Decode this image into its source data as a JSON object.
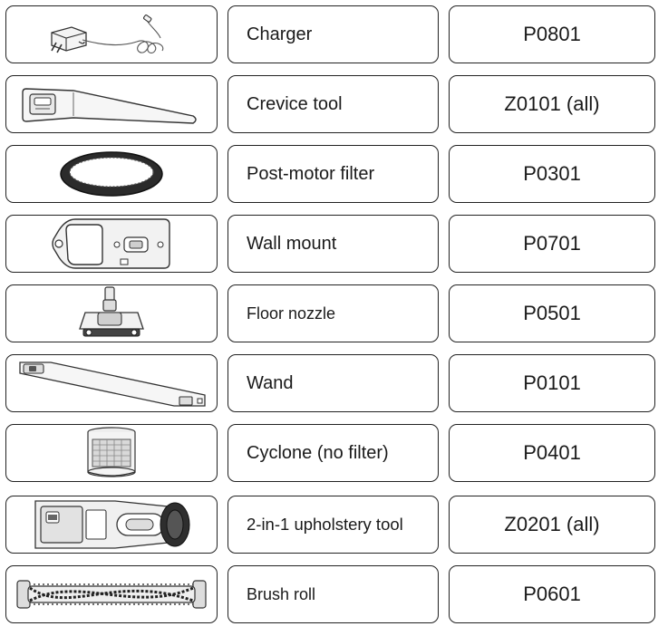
{
  "parts": [
    {
      "icon": "charger-icon",
      "name": "Charger",
      "code": "P0801"
    },
    {
      "icon": "crevice-tool-icon",
      "name": "Crevice tool",
      "code": "Z0101 (all)"
    },
    {
      "icon": "post-motor-filter-icon",
      "name": "Post-motor filter",
      "code": "P0301"
    },
    {
      "icon": "wall-mount-icon",
      "name": "Wall mount",
      "code": "P0701"
    },
    {
      "icon": "floor-nozzle-icon",
      "name": "Floor nozzle",
      "code": "P0501"
    },
    {
      "icon": "wand-icon",
      "name": "Wand",
      "code": "P0101"
    },
    {
      "icon": "cyclone-icon",
      "name": "Cyclone (no filter)",
      "code": "P0401"
    },
    {
      "icon": "upholstery-tool-icon",
      "name": "2-in-1 upholstery tool",
      "code": "Z0201 (all)"
    },
    {
      "icon": "brush-roll-icon",
      "name": "Brush roll",
      "code": "P0601"
    }
  ]
}
